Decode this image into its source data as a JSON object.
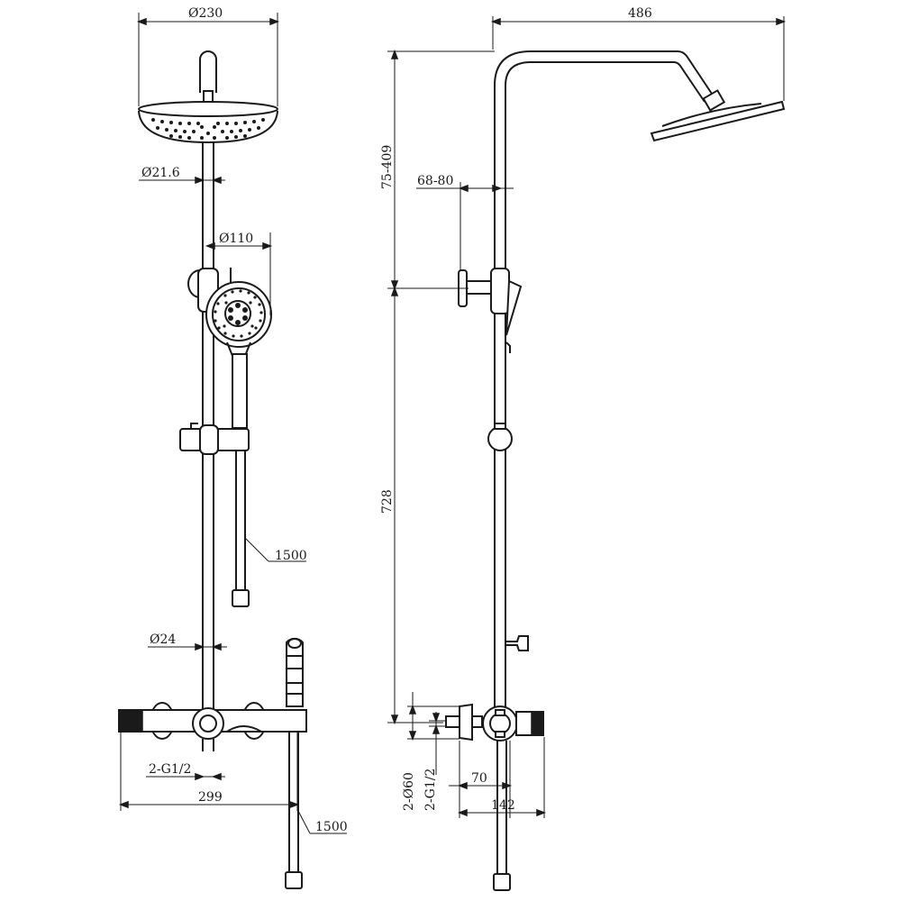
{
  "dimensions": {
    "head_diameter": "230",
    "pipe_diameter_upper": "21.6",
    "hand_shower_diameter": "110",
    "hose_length_hand": "1500",
    "pipe_diameter_lower": "24",
    "inlet_thread_front": "2-G1/2",
    "mixer_width": "299",
    "hose_length_tub": "1500",
    "arm_reach": "486",
    "head_height_range": "75-409",
    "holder_offset": "68-80",
    "rail_height": "728",
    "flange_diameter": "2-Ø60",
    "inlet_thread_side": "2-G1/2",
    "inlet_depth": "70",
    "total_depth": "142"
  },
  "diameter_symbol": "Ø",
  "colors": {
    "line": "#1a1a1a",
    "background": "#ffffff"
  }
}
